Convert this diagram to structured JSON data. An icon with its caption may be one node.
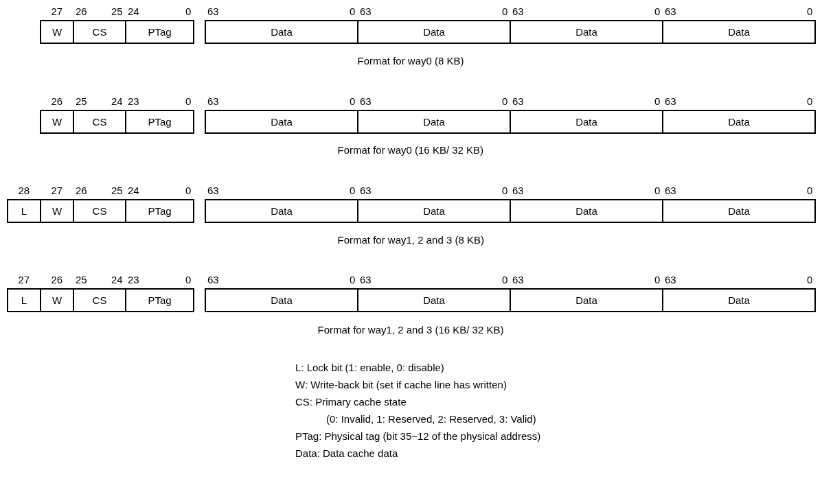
{
  "diagram": {
    "nodes": [
      {
        "text": [
          "W"
        ]
      },
      {
        "text": [
          "CS"
        ]
      },
      {
        "text": [
          "PTag"
        ]
      },
      {
        "text": [
          "Data"
        ]
      },
      {
        "text": [
          "Data"
        ]
      },
      {
        "text": [
          "Data"
        ]
      },
      {
        "text": [
          "Data"
        ]
      },
      {
        "text": [
          "W"
        ]
      },
      {
        "text": [
          "CS"
        ]
      },
      {
        "text": [
          "PTag"
        ]
      },
      {
        "text": [
          "Data"
        ]
      },
      {
        "text": [
          "Data"
        ]
      },
      {
        "text": [
          "Data"
        ]
      },
      {
        "text": [
          "Data"
        ]
      },
      {
        "text": [
          "L"
        ]
      },
      {
        "text": [
          "W"
        ]
      },
      {
        "text": [
          "CS"
        ]
      },
      {
        "text": [
          "PTag"
        ]
      },
      {
        "text": [
          "Data"
        ]
      },
      {
        "text": [
          "Data"
        ]
      },
      {
        "text": [
          "Data"
        ]
      },
      {
        "text": [
          "Data"
        ]
      },
      {
        "text": [
          "L"
        ]
      },
      {
        "text": [
          "W"
        ]
      },
      {
        "text": [
          "CS"
        ]
      },
      {
        "text": [
          "PTag"
        ]
      },
      {
        "text": [
          "Data"
        ]
      },
      {
        "text": [
          "Data"
        ]
      },
      {
        "text": [
          "Data"
        ]
      },
      {
        "text": [
          "Data"
        ]
      }
    ],
    "edges": [],
    "labels": [
      "27",
      "26",
      "25",
      "24",
      "0",
      "63",
      "0",
      "63",
      "0",
      "63",
      "0",
      "63",
      "0",
      "Format for way0 (8 KB)",
      "26",
      "25",
      "24",
      "23",
      "0",
      "63",
      "0",
      "63",
      "0",
      "63",
      "0",
      "63",
      "0",
      "Format for way0 (16 KB/ 32 KB)",
      "28",
      "27",
      "26",
      "25",
      "24",
      "0",
      "63",
      "0",
      "63",
      "0",
      "63",
      "0",
      "63",
      "0",
      "Format for way1, 2 and 3 (8 KB)",
      "27",
      "26",
      "25",
      "24",
      "23",
      "0",
      "63",
      "0",
      "63",
      "0",
      "63",
      "0",
      "63",
      "0",
      "Format for way1, 2 and 3 (16 KB/ 32 KB)",
      "L: Lock bit (1: enable, 0: disable)",
      "W: Write-back bit (set if cache line has written)",
      "CS: Primary cache state",
      "(0: Invalid, 1: Reserved, 2: Reserved, 3: Valid)",
      "PTag: Physical tag (bit 35~12 of the physical address)",
      "Data: Data cache data"
    ]
  }
}
